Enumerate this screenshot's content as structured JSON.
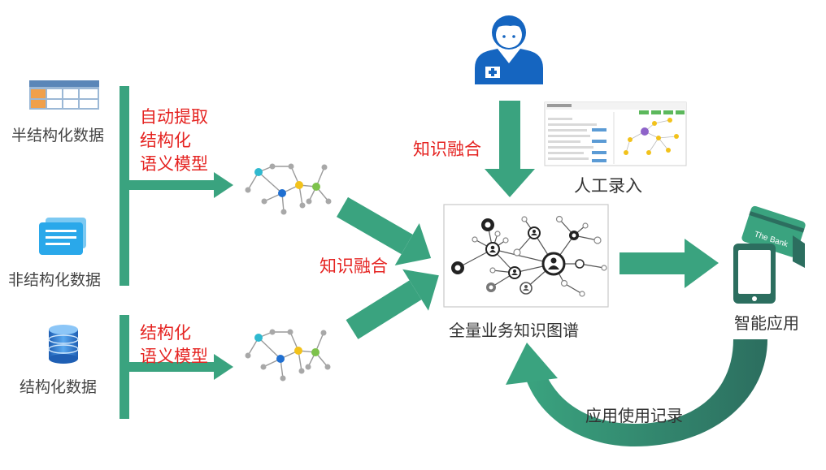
{
  "sources": {
    "semi_structured": "半结构化数据",
    "unstructured": "非结构化数据",
    "structured": "结构化数据"
  },
  "pipeline_top": {
    "line1": "自动提取",
    "line2": "结构化",
    "line3": "语义模型"
  },
  "pipeline_bottom": {
    "line1": "结构化",
    "line2": "语义模型"
  },
  "fusion_top": "知识融合",
  "fusion_mid": "知识融合",
  "manual_entry": "人工录入",
  "knowledge_graph": "全量业务知识图谱",
  "smart_app": "智能应用",
  "card_text": "The Bank",
  "usage_record": "应用使用记录",
  "colors": {
    "green_arrow": "#3aa37f",
    "dark_green": "#2f7a68",
    "red_label": "#e52422",
    "icon_blue": "#1565c0",
    "node_blue": "#1f6fd1",
    "node_cyan": "#2fb9cf",
    "node_yellow": "#f2c21b",
    "node_green": "#7dc24b"
  }
}
